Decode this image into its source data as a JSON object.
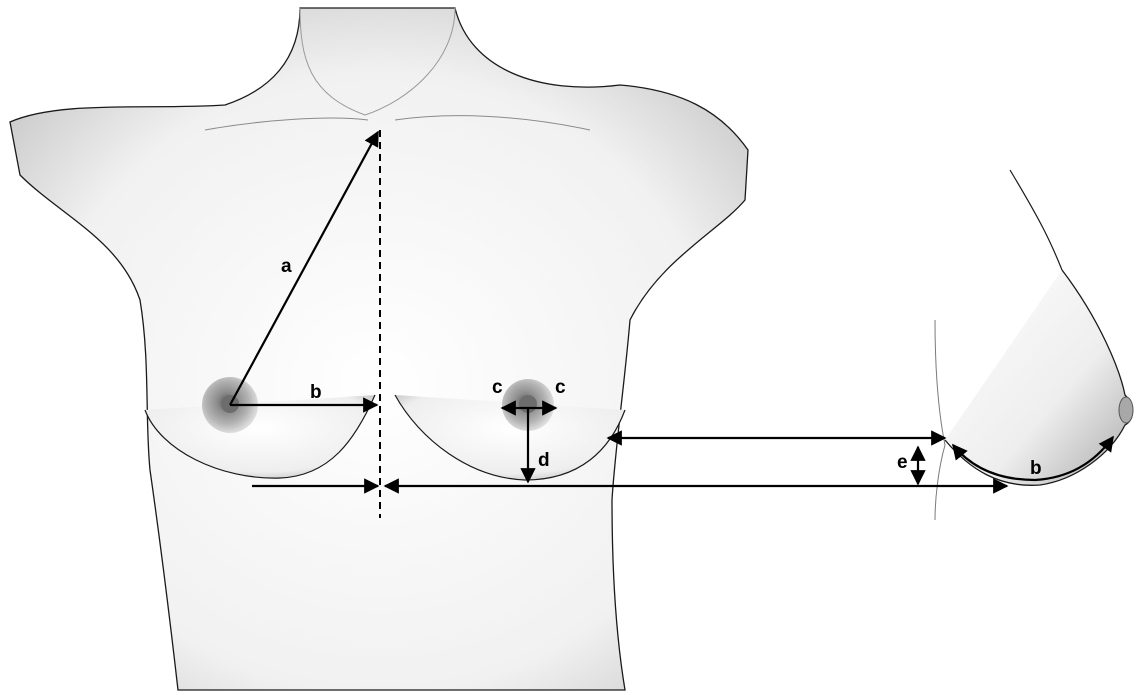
{
  "figure": {
    "labels": {
      "a": "a",
      "b_front": "b",
      "c_left": "c",
      "c_right": "c",
      "d": "d",
      "e": "e",
      "b_side": "b"
    },
    "colors": {
      "outline": "#1a1a1a",
      "arrow": "#000000",
      "skin_light": "#ffffff",
      "skin_shade": "#b9b9b9",
      "areola": "#8a8a8a"
    }
  }
}
